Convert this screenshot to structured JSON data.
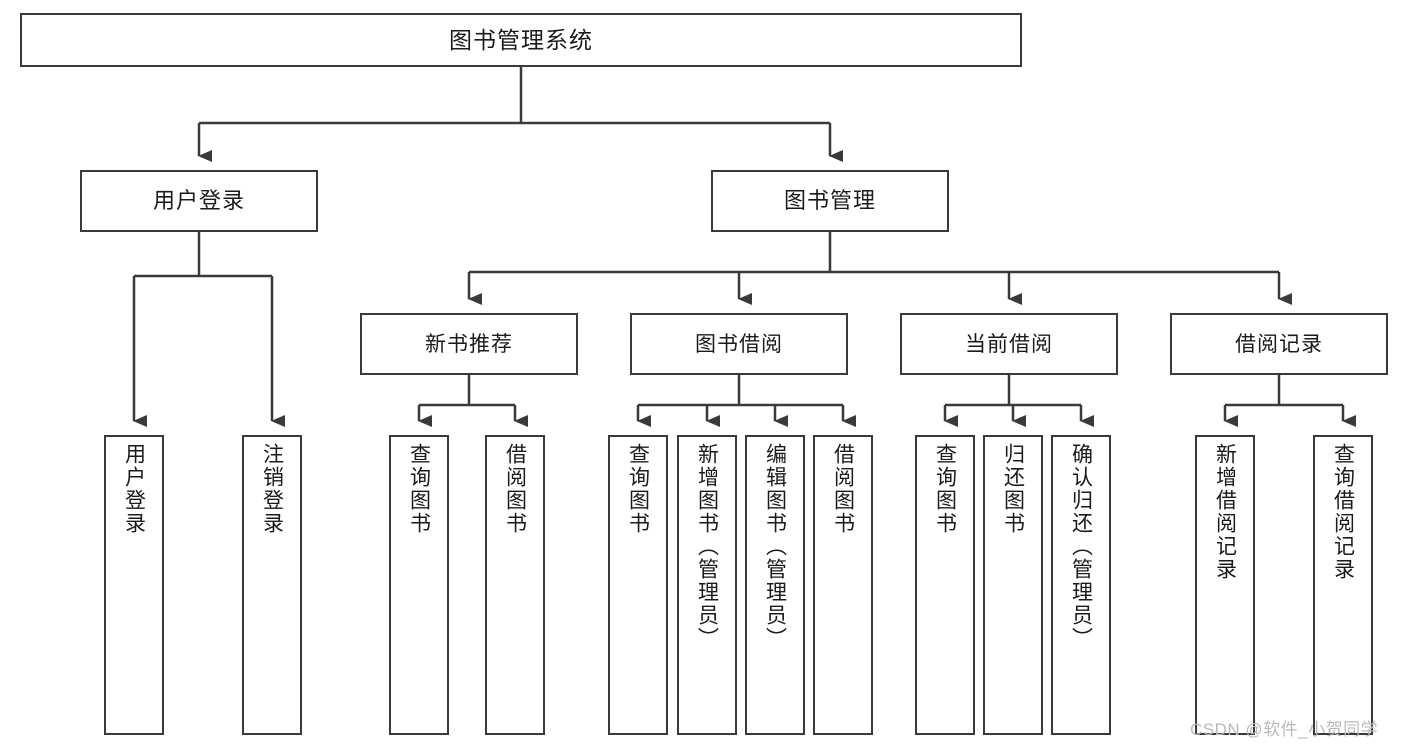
{
  "diagram": {
    "title": "图书管理系统",
    "watermark": "CSDN @软件_小贺同学",
    "stroke_color": "#3a3a3a",
    "text_color": "#1b1b1b",
    "background_color": "#ffffff",
    "watermark_color": "#b9b9b9"
  },
  "nodes": {
    "root": {
      "label": "图书管理系统"
    },
    "level2": [
      {
        "id": "user-login",
        "label": "用户登录"
      },
      {
        "id": "book-management",
        "label": "图书管理"
      }
    ],
    "level3": [
      {
        "id": "new-book-recommend",
        "label": "新书推荐"
      },
      {
        "id": "book-borrow",
        "label": "图书借阅"
      },
      {
        "id": "current-borrow",
        "label": "当前借阅"
      },
      {
        "id": "borrow-record",
        "label": "借阅记录"
      }
    ],
    "leaves": {
      "user_login": [
        {
          "id": "leaf-user-login",
          "label": "用户登录"
        },
        {
          "id": "leaf-logout-login",
          "label": "注销登录"
        }
      ],
      "new_book_recommend": [
        {
          "id": "leaf-query-book-1",
          "label": "查询图书"
        },
        {
          "id": "leaf-borrow-book-1",
          "label": "借阅图书"
        }
      ],
      "book_borrow": [
        {
          "id": "leaf-query-book-2",
          "label": "查询图书"
        },
        {
          "id": "leaf-add-book",
          "label": "新增图书（管理员）"
        },
        {
          "id": "leaf-edit-book",
          "label": "编辑图书（管理员）"
        },
        {
          "id": "leaf-borrow-book-2",
          "label": "借阅图书"
        }
      ],
      "current_borrow": [
        {
          "id": "leaf-query-book-3",
          "label": "查询图书"
        },
        {
          "id": "leaf-return-book",
          "label": "归还图书"
        },
        {
          "id": "leaf-confirm-return",
          "label": "确认归还（管理员）"
        }
      ],
      "borrow_record": [
        {
          "id": "leaf-add-record",
          "label": "新增借阅记录"
        },
        {
          "id": "leaf-query-record",
          "label": "查询借阅记录"
        }
      ]
    }
  }
}
